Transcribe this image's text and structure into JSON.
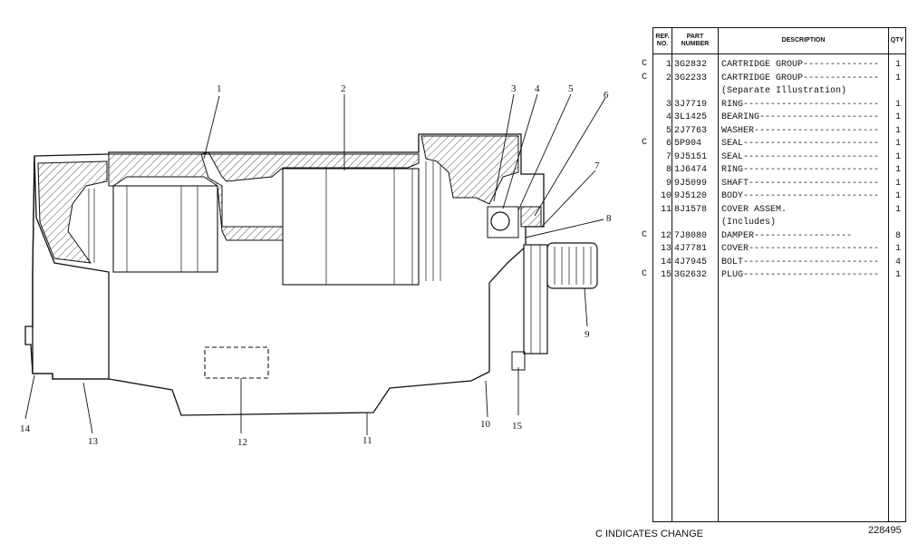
{
  "table": {
    "headers": {
      "ref_no": "REF. NO.",
      "part_number": "PART NUMBER",
      "description": "DESCRIPTION",
      "qty": "QTY"
    },
    "rows": [
      {
        "change": "C",
        "ref": "1",
        "part": "3G2832",
        "desc": "CARTRIDGE GROUP--------------",
        "qty": "1"
      },
      {
        "change": "C",
        "ref": "2",
        "part": "3G2233",
        "desc": "CARTRIDGE GROUP--------------",
        "qty": "1"
      },
      {
        "change": "",
        "ref": "",
        "part": "",
        "desc": "   (Separate Illustration)",
        "qty": ""
      },
      {
        "change": "",
        "ref": "3",
        "part": "3J7719",
        "desc": "RING-------------------------",
        "qty": "1"
      },
      {
        "change": "",
        "ref": "4",
        "part": "3L1425",
        "desc": "BEARING----------------------",
        "qty": "1"
      },
      {
        "change": "",
        "ref": "5",
        "part": "2J7763",
        "desc": "WASHER-----------------------",
        "qty": "1"
      },
      {
        "change": "C",
        "ref": "6",
        "part": "5P904",
        "desc": "SEAL-------------------------",
        "qty": "1"
      },
      {
        "change": "",
        "ref": "7",
        "part": "9J5151",
        "desc": "SEAL-------------------------",
        "qty": "1"
      },
      {
        "change": "",
        "ref": "8",
        "part": "1J6474",
        "desc": "RING-------------------------",
        "qty": "1"
      },
      {
        "change": "",
        "ref": "9",
        "part": "9J5099",
        "desc": "SHAFT------------------------",
        "qty": "1"
      },
      {
        "change": "",
        "ref": "10",
        "part": "9J5120",
        "desc": "BODY-------------------------",
        "qty": "1"
      },
      {
        "change": "",
        "ref": "11",
        "part": "8J1578",
        "desc": "COVER ASSEM.",
        "qty": "1"
      },
      {
        "change": "",
        "ref": "",
        "part": "",
        "desc": "   (Includes)",
        "qty": ""
      },
      {
        "change": "C",
        "ref": "12",
        "part": "7J8080",
        "desc": "   DAMPER------------------",
        "qty": "8"
      },
      {
        "change": "",
        "ref": "13",
        "part": "4J7781",
        "desc": "COVER------------------------",
        "qty": "1"
      },
      {
        "change": "",
        "ref": "14",
        "part": "4J7945",
        "desc": "BOLT-------------------------",
        "qty": "4"
      },
      {
        "change": "C",
        "ref": "15",
        "part": "3G2632",
        "desc": "PLUG-------------------------",
        "qty": "1"
      }
    ]
  },
  "callouts": {
    "c1": "1",
    "c2": "2",
    "c3": "3",
    "c4": "4",
    "c5": "5",
    "c6": "6",
    "c7": "7",
    "c8": "8",
    "c9": "9",
    "c10": "10",
    "c11": "11",
    "c12": "12",
    "c13": "13",
    "c14": "14",
    "c15": "15"
  },
  "footer": {
    "note": "C INDICATES CHANGE",
    "drawing_number": "228495"
  }
}
